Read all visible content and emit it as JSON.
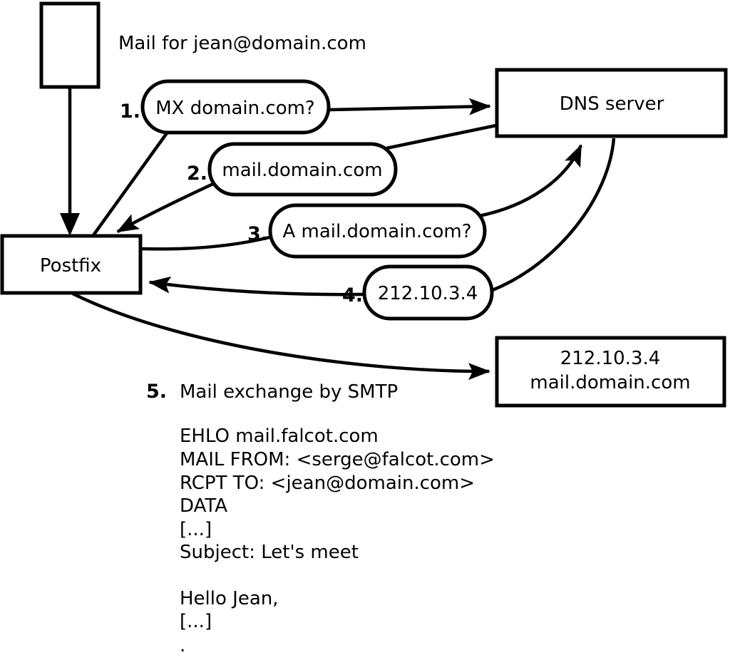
{
  "diagram": {
    "note": "Mail for jean@domain.com",
    "nodes": {
      "postfix": {
        "label": "Postfix"
      },
      "dns_server": {
        "label": "DNS server"
      },
      "mail_server": {
        "line1": "212.10.3.4",
        "line2": "mail.domain.com"
      }
    },
    "steps": [
      {
        "number": "1.",
        "label": "MX domain.com?"
      },
      {
        "number": "2.",
        "label": "mail.domain.com"
      },
      {
        "number": "3.",
        "label": "A mail.domain.com?"
      },
      {
        "number": "4.",
        "label": "212.10.3.4"
      },
      {
        "number": "5.",
        "label": "Mail exchange by SMTP"
      }
    ],
    "smtp_transcript": {
      "lines": [
        "EHLO mail.falcot.com",
        "MAIL FROM: <serge@falcot.com>",
        "RCPT TO: <jean@domain.com>",
        "DATA",
        "[...]",
        "Subject: Let's meet",
        "Hello Jean,",
        "[...]",
        "."
      ]
    },
    "colors": {
      "ink": "#000000",
      "background": "#ffffff"
    }
  }
}
